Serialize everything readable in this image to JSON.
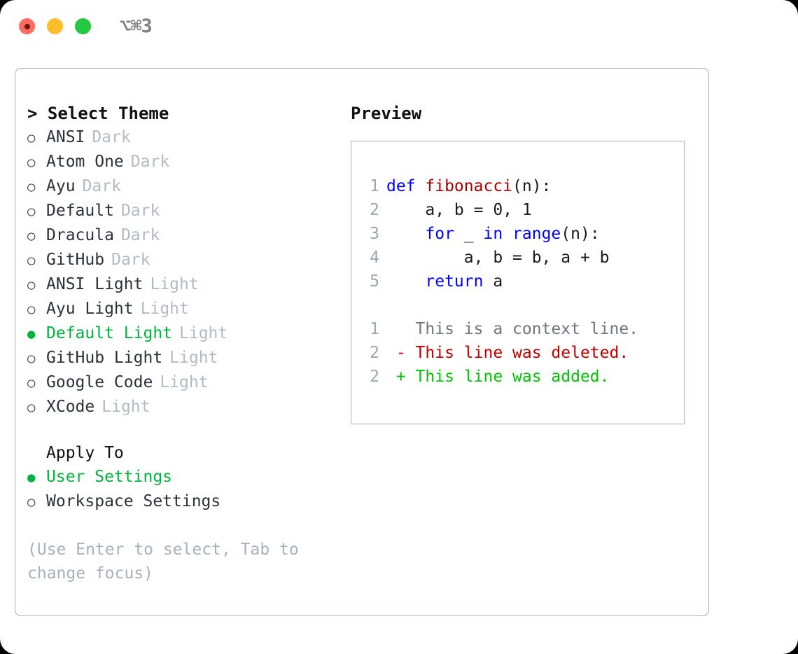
{
  "titlebar": {
    "shortcut": "⌥⌘3",
    "buttons": {
      "close": "close-button",
      "minimize": "minimize-button",
      "maximize": "maximize-button"
    },
    "colors": {
      "close": "#ff6b5e",
      "close_dot": "#6b1410",
      "minimize": "#ffbd2e",
      "maximize": "#25c83f",
      "shortcut_text": "#808080"
    }
  },
  "theme_picker": {
    "header": "> Select Theme",
    "marker_unselected": "○",
    "marker_selected": "●",
    "selected_color": "#00b33c",
    "tag_color": "#b3bac6",
    "items": [
      {
        "name": "ANSI",
        "tag": "Dark",
        "selected": false
      },
      {
        "name": "Atom One",
        "tag": "Dark",
        "selected": false
      },
      {
        "name": "Ayu",
        "tag": "Dark",
        "selected": false
      },
      {
        "name": "Default",
        "tag": "Dark",
        "selected": false
      },
      {
        "name": "Dracula",
        "tag": "Dark",
        "selected": false
      },
      {
        "name": "GitHub",
        "tag": "Dark",
        "selected": false
      },
      {
        "name": "ANSI Light",
        "tag": "Light",
        "selected": false
      },
      {
        "name": "Ayu Light",
        "tag": "Light",
        "selected": false
      },
      {
        "name": "Default Light",
        "tag": "Light",
        "selected": true
      },
      {
        "name": "GitHub Light",
        "tag": "Light",
        "selected": false
      },
      {
        "name": "Google Code",
        "tag": "Light",
        "selected": false
      },
      {
        "name": "XCode",
        "tag": "Light",
        "selected": false
      }
    ]
  },
  "apply_to": {
    "header": "Apply To",
    "items": [
      {
        "name": "User Settings",
        "selected": true
      },
      {
        "name": "Workspace Settings",
        "selected": false
      }
    ]
  },
  "help": {
    "text": "(Use Enter to select, Tab to change focus)",
    "color": "#a8b0bd"
  },
  "preview": {
    "title": "Preview",
    "code_lines": [
      {
        "num": "1",
        "tokens": [
          {
            "t": "def ",
            "c": "kw"
          },
          {
            "t": "fibonacci",
            "c": "fn"
          },
          {
            "t": "(n):",
            "c": "pl"
          }
        ]
      },
      {
        "num": "2",
        "tokens": [
          {
            "t": "    a, b = 0, 1",
            "c": "pl"
          }
        ]
      },
      {
        "num": "3",
        "tokens": [
          {
            "t": "    ",
            "c": "pl"
          },
          {
            "t": "for",
            "c": "kw"
          },
          {
            "t": " _ ",
            "c": "pl"
          },
          {
            "t": "in",
            "c": "kw"
          },
          {
            "t": " ",
            "c": "pl"
          },
          {
            "t": "range",
            "c": "kw"
          },
          {
            "t": "(n):",
            "c": "pl"
          }
        ]
      },
      {
        "num": "4",
        "tokens": [
          {
            "t": "        a, b = b, a + b",
            "c": "pl"
          }
        ]
      },
      {
        "num": "5",
        "tokens": [
          {
            "t": "    ",
            "c": "pl"
          },
          {
            "t": "return",
            "c": "kw"
          },
          {
            "t": " a",
            "c": "pl"
          }
        ]
      }
    ],
    "diff_lines": [
      {
        "num": "1",
        "marker": " ",
        "text": "This is a context line.",
        "kind": "ctx"
      },
      {
        "num": "2",
        "marker": "-",
        "text": "This line was deleted.",
        "kind": "del"
      },
      {
        "num": "2",
        "marker": "+",
        "text": "This line was added.",
        "kind": "add"
      }
    ],
    "colors": {
      "keyword": "#0000ff",
      "function": "#aa0000",
      "plain": "#1a1a1a",
      "line_number": "#9aa6b4",
      "context": "#6d7680",
      "deleted": "#c20000",
      "added": "#00c400",
      "border": "#a7b0bd"
    }
  }
}
